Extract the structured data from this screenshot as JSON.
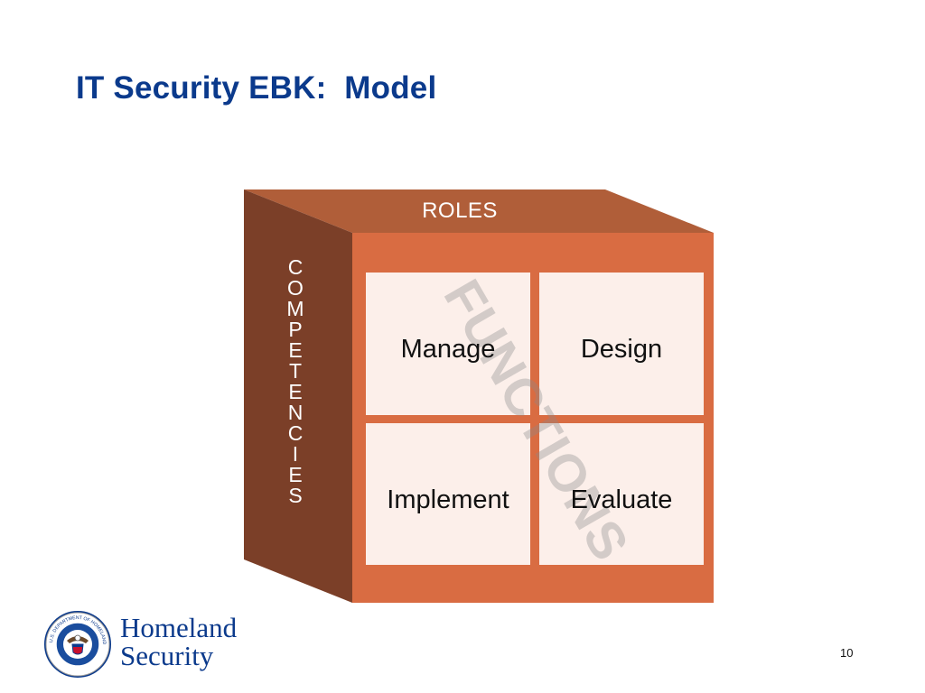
{
  "slide": {
    "title": "IT Security EBK:  Model",
    "page_number": "10"
  },
  "diagram": {
    "top_label": "ROLES",
    "side_label_letters": [
      "C",
      "O",
      "M",
      "P",
      "E",
      "T",
      "E",
      "N",
      "C",
      "I",
      "E",
      "S"
    ],
    "watermark": "FUNCTIONS",
    "cells": [
      "Manage",
      "Design",
      "Implement",
      "Evaluate"
    ]
  },
  "footer": {
    "brand_line1": "Homeland",
    "brand_line2": "Security",
    "seal_text": "U.S. DEPARTMENT OF HOMELAND SECURITY"
  },
  "colors": {
    "title": "#0b3a8c",
    "cube_top": "#b05e39",
    "cube_side": "#7b3f28",
    "cube_front": "#d96c42",
    "cell_fill": "#fcefea"
  }
}
